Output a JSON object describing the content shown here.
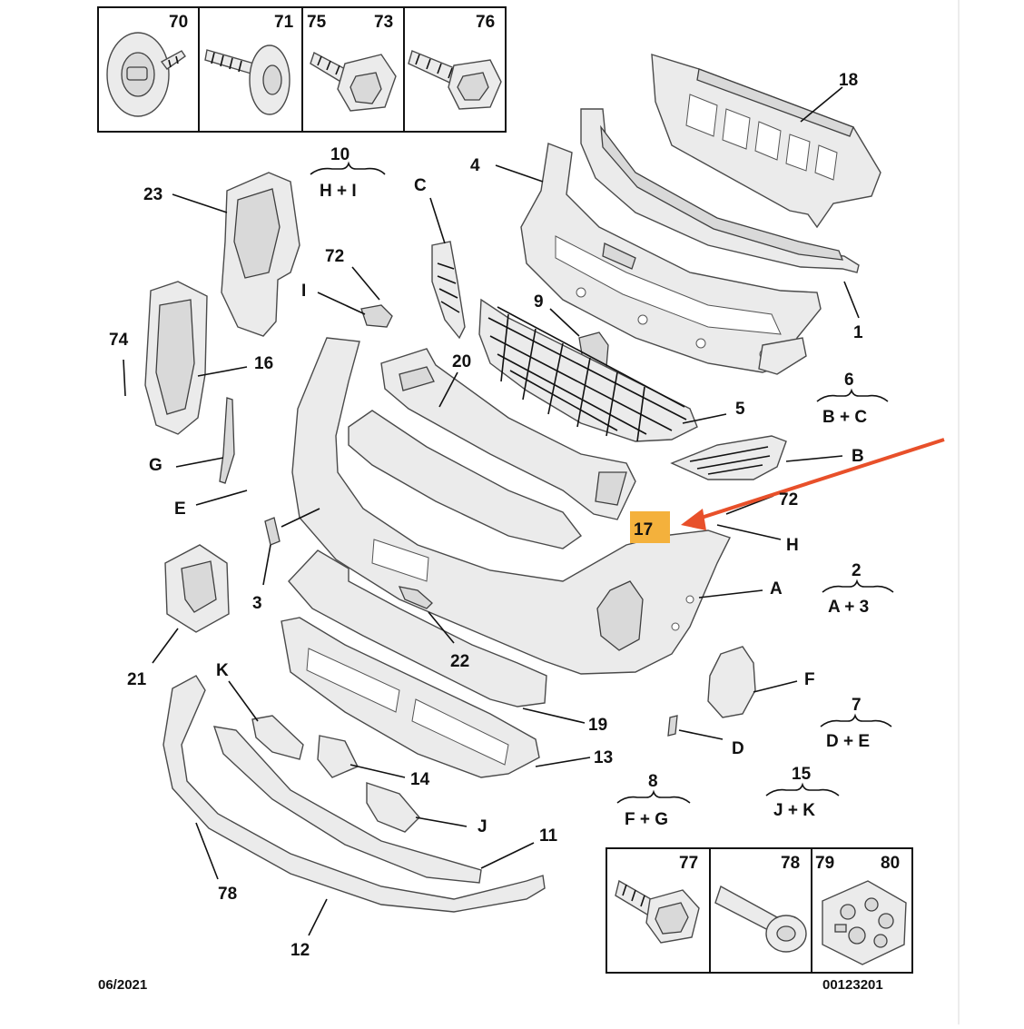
{
  "diagram": {
    "date_code": "06/2021",
    "reference": "00123201",
    "accent_color": "#e8502a",
    "highlight_color": "#f4b13c",
    "highlighted_label": "17",
    "top_hardware_box": {
      "labels": [
        "70",
        "71",
        "75",
        "73",
        "76"
      ]
    },
    "bottom_hardware_box": {
      "labels": [
        "77",
        "78",
        "79",
        "80"
      ]
    },
    "part_labels": {
      "l18": "18",
      "l4": "4",
      "l1": "1",
      "l10": "10",
      "lC": "C",
      "l23": "23",
      "l72a": "72",
      "lI": "I",
      "l9": "9",
      "l74": "74",
      "l16": "16",
      "l20": "20",
      "l5": "5",
      "l6": "6",
      "lB": "B",
      "lG": "G",
      "lE": "E",
      "l72b": "72",
      "lH": "H",
      "l3": "3",
      "lA": "A",
      "l2": "2",
      "l21": "21",
      "l22": "22",
      "lK": "K",
      "lF": "F",
      "l19": "19",
      "l7": "7",
      "lD": "D",
      "l13": "13",
      "l14": "14",
      "l8": "8",
      "l15": "15",
      "lJ": "J",
      "l11": "11",
      "l78": "78",
      "l12": "12"
    },
    "combos": {
      "c10": "H + I",
      "c6": "B + C",
      "c2": "A + 3",
      "c7": "D + E",
      "c8": "F + G",
      "c15": "J + K"
    }
  }
}
